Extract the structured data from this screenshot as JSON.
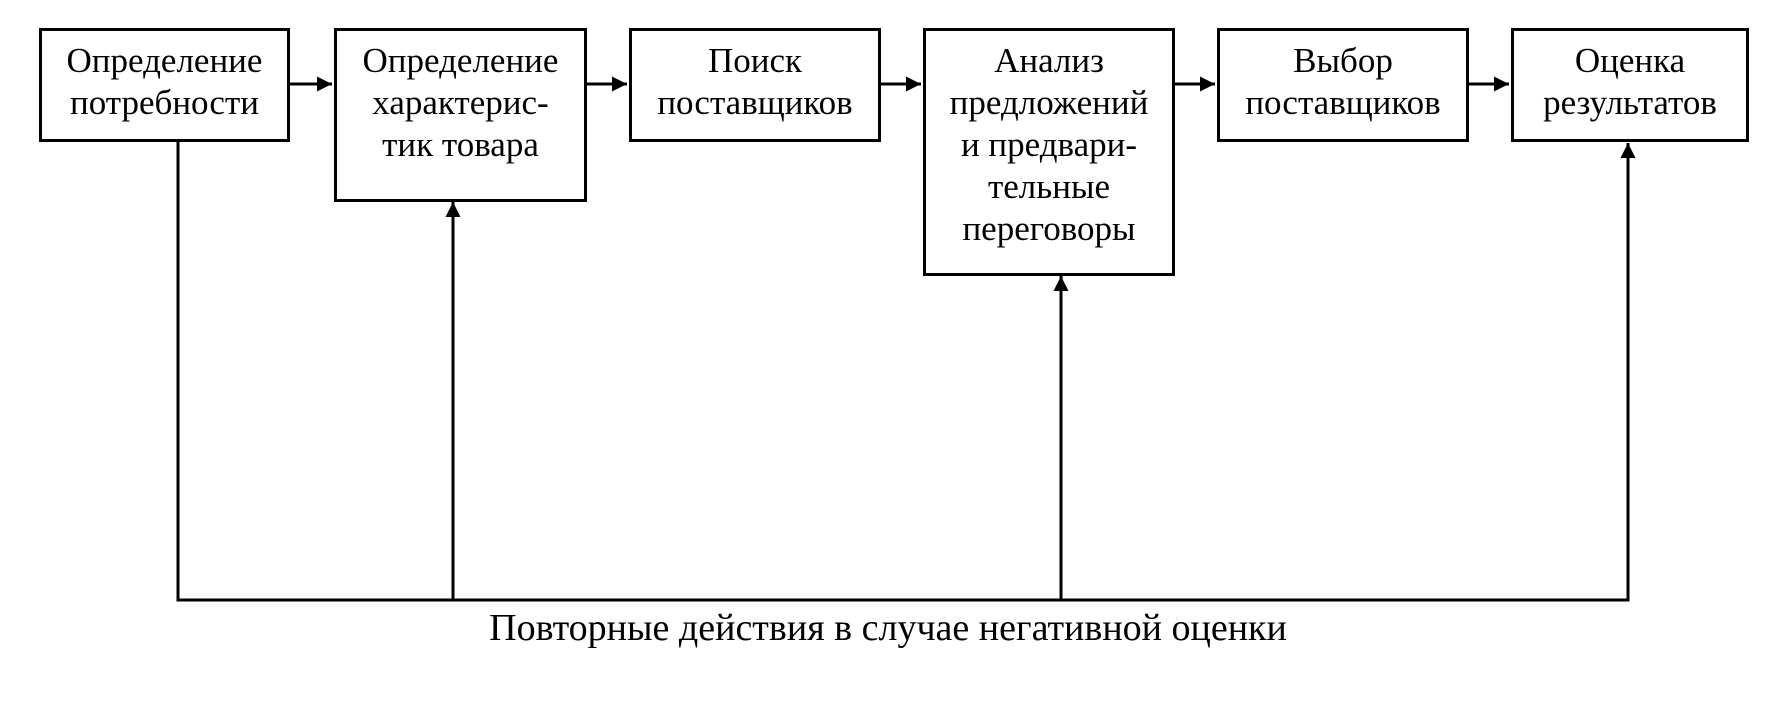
{
  "diagram": {
    "steps": [
      {
        "label": "Определение\nпотребности"
      },
      {
        "label": "Определение\nхарактерис-\nтик товара"
      },
      {
        "label": "Поиск\nпоставщиков"
      },
      {
        "label": "Анализ\nпредложений\nи предвари-\nтельные\nпереговоры"
      },
      {
        "label": "Выбор\nпоставщиков"
      },
      {
        "label": "Оценка\nрезультатов"
      }
    ],
    "feedback_caption": "Повторные действия в случае негативной оценки"
  },
  "colors": {
    "line": "#000000",
    "background": "#ffffff"
  }
}
